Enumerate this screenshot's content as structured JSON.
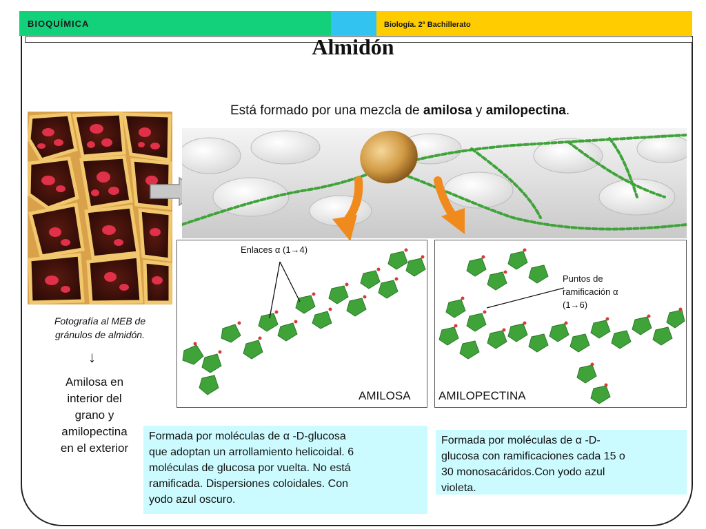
{
  "header": {
    "left_title": "BIOQUÍMICA",
    "right_title": "Biología. 2º Bachillerato"
  },
  "title": "Almidón",
  "intro": {
    "prefix": "Está formado por una mezcla de ",
    "term1": "amilosa",
    "middle": " y ",
    "term2": "amilopectina",
    "suffix": "."
  },
  "photo": {
    "caption_line1": "Fotografía al MEB de",
    "caption_line2": "gránulos de almidón."
  },
  "side_note": {
    "arrow": "↓",
    "line1": "Amilosa en",
    "line2": "interior del",
    "line3": "grano y",
    "line4": "amilopectina",
    "line5": "en el exterior"
  },
  "amilosa": {
    "label": "AMILOSA",
    "annotation": "Enlaces α (1→4)",
    "description_line1": "Formada por moléculas de α -D-glucosa",
    "description_line2": "que adoptan un arrollamiento helicoidal. 6",
    "description_line3": "moléculas de glucosa por vuelta. No está",
    "description_line4": "ramificada. Dispersiones coloidales. Con",
    "description_line5": "yodo azul oscuro."
  },
  "amilopectina": {
    "label": "AMILOPECTINA",
    "annotation_line1": "Puntos de",
    "annotation_line2": "ramificación α",
    "annotation_line3": "(1→6)",
    "description_line1": "Formada por moléculas de α -D-",
    "description_line2": "glucosa con ramificaciones cada 15 o",
    "description_line3": "30 monosacáridos.Con yodo azul",
    "description_line4": "violeta."
  },
  "colors": {
    "header_green": "#12d17a",
    "header_blue": "#33c3f0",
    "header_yellow": "#ffcc00",
    "box_fill": "#ccfbff",
    "arrow_orange": "#f08a1c",
    "molecule_green": "#3fa33a"
  }
}
